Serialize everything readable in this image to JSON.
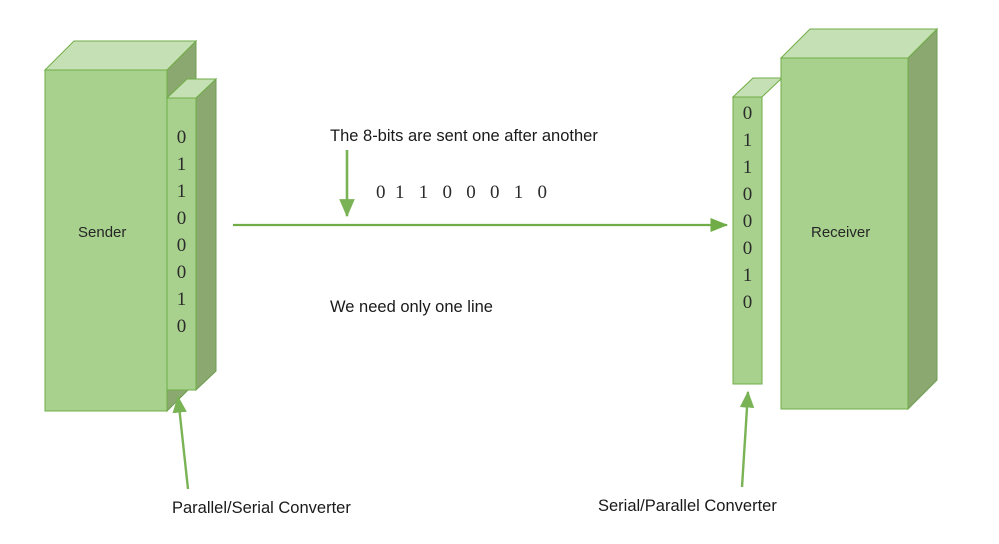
{
  "diagram": {
    "title_present": false,
    "background_color": "#ffffff",
    "colors": {
      "box_front": "#a9d18e",
      "box_top": "#c5e0b4",
      "box_side": "#8aa86f",
      "box_stroke": "#70ad47",
      "arrow_green": "#70ad47",
      "arrow_light_green": "#7ab356",
      "text": "#1a1a1a"
    }
  },
  "sender": {
    "label": "Sender",
    "converter_bits": [
      "0",
      "1",
      "1",
      "0",
      "0",
      "0",
      "1",
      "0"
    ],
    "converter_caption": "Parallel/Serial Converter"
  },
  "receiver": {
    "label": "Receiver",
    "converter_bits": [
      "0",
      "1",
      "1",
      "0",
      "0",
      "0",
      "1",
      "0"
    ],
    "converter_caption": "Serial/Parallel Converter"
  },
  "link": {
    "note_top": "The 8-bits are sent one after another",
    "bit_stream": "0  1   1   0   0   0   1   0",
    "note_bottom": "We need only one line"
  }
}
